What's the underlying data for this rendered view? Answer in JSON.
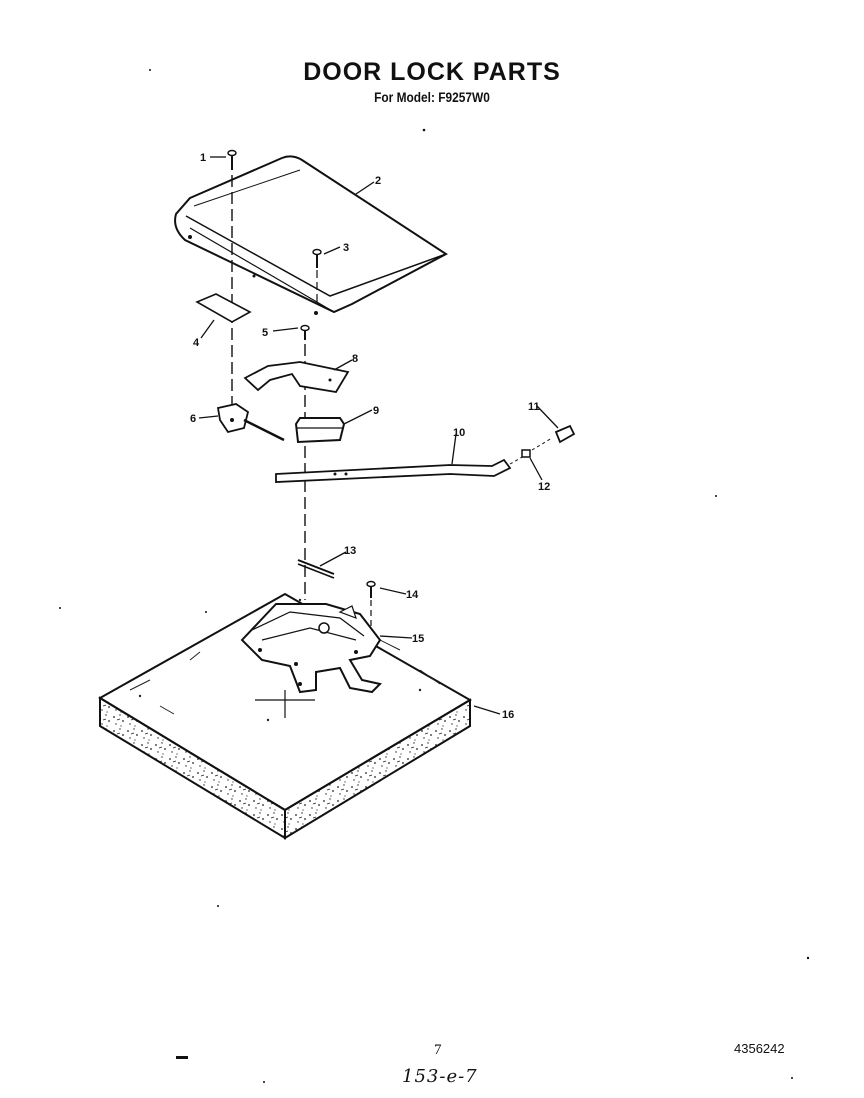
{
  "header": {
    "title": "DOOR LOCK PARTS",
    "subtitle": "For Model: F9257W0"
  },
  "callouts": [
    "1",
    "2",
    "3",
    "4",
    "5",
    "8",
    "6",
    "9",
    "10",
    "11",
    "12",
    "13",
    "14",
    "15",
    "16"
  ],
  "footer": {
    "page_number": "7",
    "document_number": "4356242",
    "handwritten_note": "153-e-7"
  }
}
